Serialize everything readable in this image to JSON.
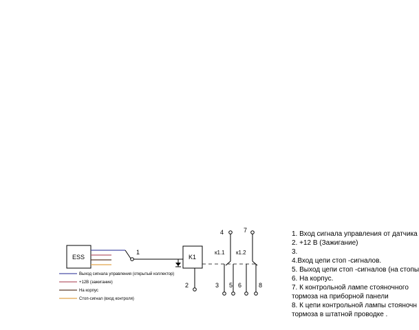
{
  "module": {
    "label": "ESS"
  },
  "relay": {
    "label": "K1",
    "contact1_label": "к1.1",
    "contact2_label": "к1.2"
  },
  "terminals": {
    "t1": "1",
    "t2": "2",
    "t3": "3",
    "t4": "4",
    "t5": "5",
    "t6": "6",
    "t7": "7",
    "t8": "8"
  },
  "wire_key": [
    {
      "text": "Выход сигнала управления (открытый коллектор)",
      "color": "#4b4fa6"
    },
    {
      "text": "+12В (зажигание)",
      "color": "#b85c6a"
    },
    {
      "text": "На корпус",
      "color": "#5a3a2a"
    },
    {
      "text": "Стоп-сигнал (вход контроля)",
      "color": "#e2a54a"
    }
  ],
  "legend": [
    "1. Вход сигнала управления от датчика",
    "2. +12 В (Зажигание)",
    "3.",
    "4.Вход цепи стоп -сигналов.",
    "5. Выход цепи стоп -сигналов (на стопы",
    "6. На корпус.",
    "7. К контрольной лампе стояночного",
    "тормоза на приборной панели",
    "8. К цепи контрольной лампы стояночн",
    "тормоза в штатной проводке ."
  ]
}
